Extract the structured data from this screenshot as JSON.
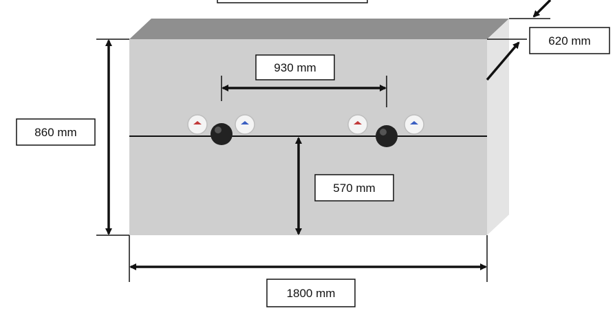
{
  "colors": {
    "front_face": "#cfcfcf",
    "top_face": "#8f8f8f",
    "side_face": "#e4e4e4",
    "line": "#111111",
    "drain": "#222222",
    "red_dot": "#c23a3a",
    "blue_dot": "#3a5fc2"
  },
  "dimensions": {
    "width": "1800 mm",
    "height": "860 mm",
    "depth": "620 mm",
    "spacing": "930 mm",
    "fixture_height": "570 mm"
  },
  "icons": [
    "hot-water-valve-icon",
    "cold-water-valve-icon",
    "drain-outlet-icon",
    "dimension-arrow-icon"
  ]
}
